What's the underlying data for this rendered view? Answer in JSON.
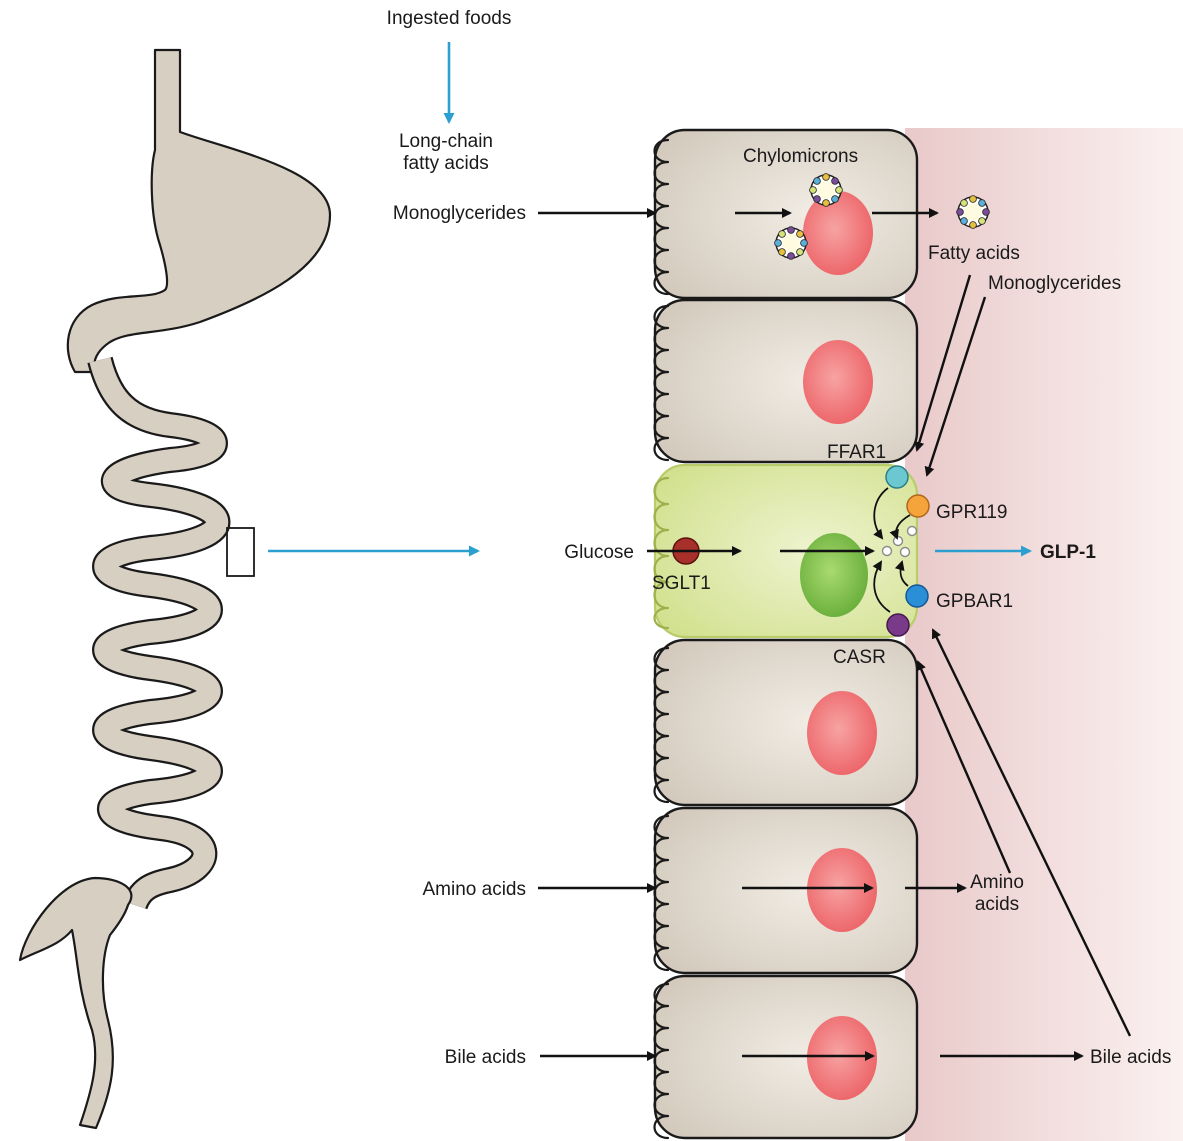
{
  "title": "",
  "labels": {
    "ingested_foods": "Ingested foods",
    "long_chain_line1": "Long-chain",
    "long_chain_line2": "fatty acids",
    "monoglycerides_in": "Monoglycerides",
    "chylomicrons": "Chylomicrons",
    "fatty_acids": "Fatty acids",
    "monoglycerides_out": "Monoglycerides",
    "ffar1": "FFAR1",
    "gpr119": "GPR119",
    "glucose": "Glucose",
    "sglt1": "SGLT1",
    "glp1": "GLP-1",
    "gpbar1": "GPBAR1",
    "casr": "CASR",
    "amino_acids_in": "Amino acids",
    "amino_acids_out_line1": "Amino",
    "amino_acids_out_line2": "acids",
    "bile_acids_in": "Bile acids",
    "bile_acids_out": "Bile acids"
  },
  "colors": {
    "gut_fill": "#d7cfc2",
    "cell_fill": "#ddd6cb",
    "l_cell_fill": "#dde8a8",
    "nucleus": "#f0777a",
    "l_nucleus": "#7cbf4a",
    "blood_side": "#f3dede",
    "blue_arrow": "#2a9fd0",
    "ffar1": "#6cc8d0",
    "gpr119": "#f5a43c",
    "gpbar1": "#2b8fd8",
    "casr": "#7a3a8a",
    "sglt1": "#a8302a"
  }
}
